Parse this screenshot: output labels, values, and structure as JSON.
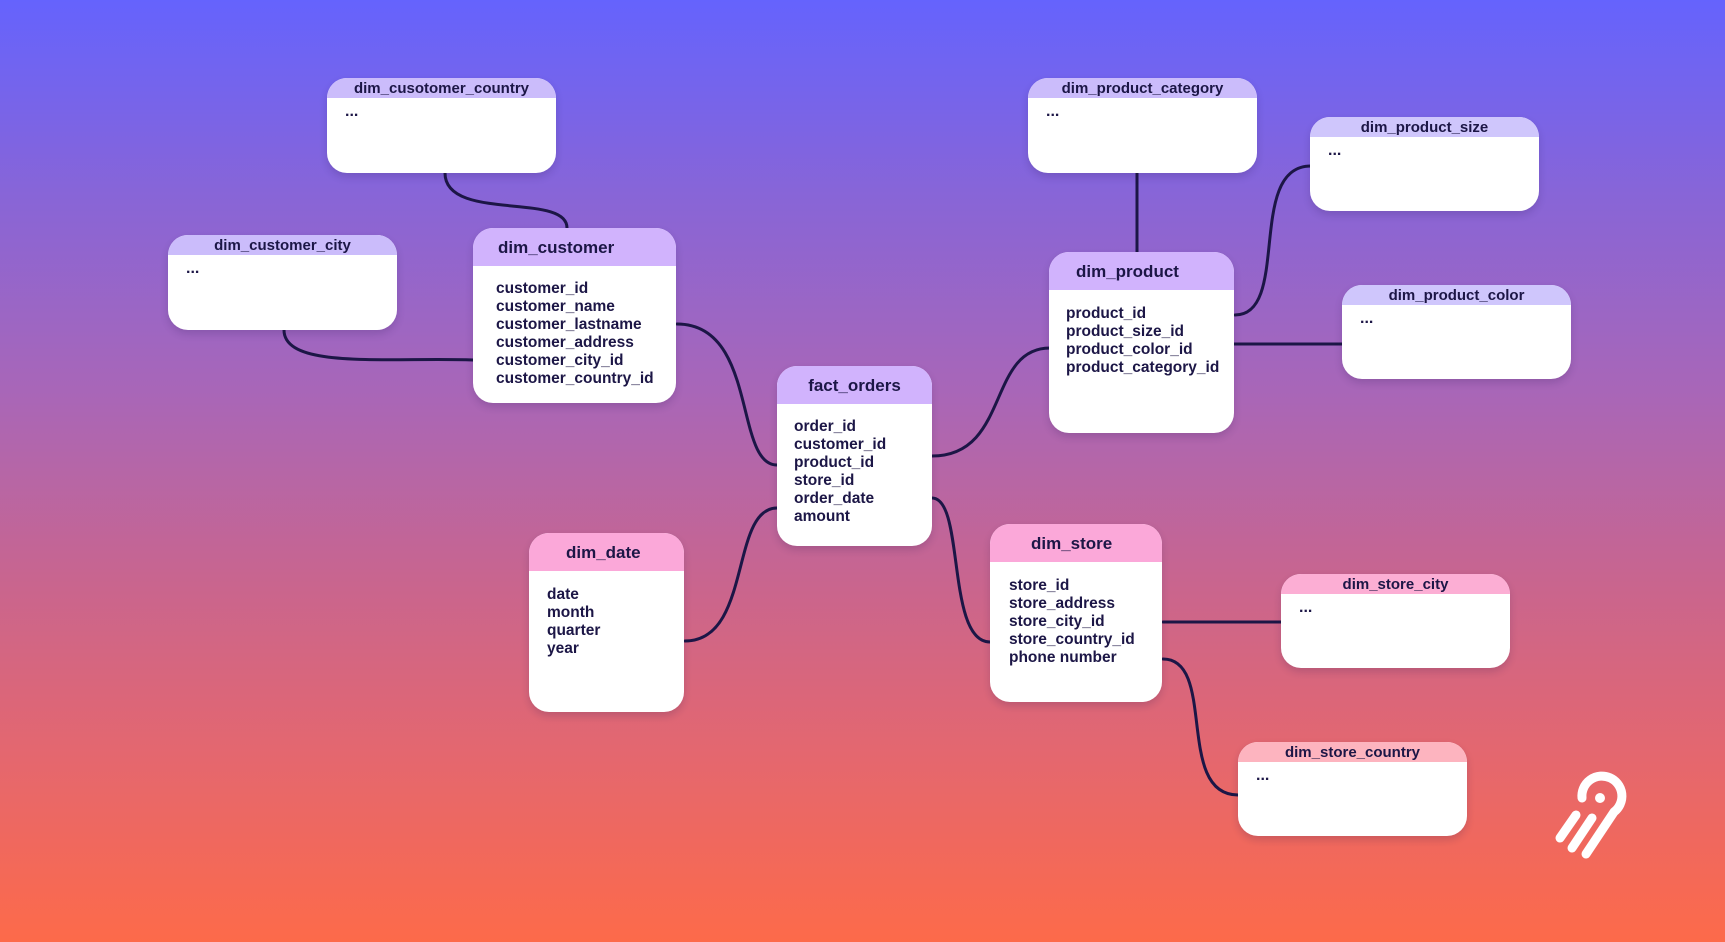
{
  "tables": {
    "dim_customer": {
      "title": "dim_customer",
      "fields": [
        "customer_id",
        "customer_name",
        "customer_lastname",
        "customer_address",
        "customer_city_id",
        "customer_country_id"
      ]
    },
    "fact_orders": {
      "title": "fact_orders",
      "fields": [
        "order_id",
        "customer_id",
        "product_id",
        "store_id",
        "order_date",
        "amount"
      ]
    },
    "dim_product": {
      "title": "dim_product",
      "fields": [
        "product_id",
        "product_size_id",
        "product_color_id",
        "product_category_id"
      ]
    },
    "dim_date": {
      "title": "dim_date",
      "fields": [
        "date",
        "month",
        "quarter",
        "year"
      ]
    },
    "dim_store": {
      "title": "dim_store",
      "fields": [
        "store_id",
        "store_address",
        "store_city_id",
        "store_country_id",
        "phone number"
      ]
    },
    "dim_cusotomer_country": {
      "title": "dim_cusotomer_country",
      "body": "..."
    },
    "dim_customer_city": {
      "title": "dim_customer_city",
      "body": "..."
    },
    "dim_product_category": {
      "title": "dim_product_category",
      "body": "..."
    },
    "dim_product_size": {
      "title": "dim_product_size",
      "body": "..."
    },
    "dim_product_color": {
      "title": "dim_product_color",
      "body": "..."
    },
    "dim_store_city": {
      "title": "dim_store_city",
      "body": "..."
    },
    "dim_store_country": {
      "title": "dim_store_country",
      "body": "..."
    }
  },
  "relationships": [
    [
      "fact_orders",
      "dim_customer"
    ],
    [
      "fact_orders",
      "dim_product"
    ],
    [
      "fact_orders",
      "dim_date"
    ],
    [
      "fact_orders",
      "dim_store"
    ],
    [
      "dim_customer",
      "dim_cusotomer_country"
    ],
    [
      "dim_customer",
      "dim_customer_city"
    ],
    [
      "dim_product",
      "dim_product_category"
    ],
    [
      "dim_product",
      "dim_product_size"
    ],
    [
      "dim_product",
      "dim_product_color"
    ],
    [
      "dim_store",
      "dim_store_city"
    ],
    [
      "dim_store",
      "dim_store_country"
    ]
  ],
  "colors": {
    "background_top": "#6563fd",
    "background_bottom": "#fd6a4a",
    "connector": "#1c1646",
    "text": "#1c1646",
    "header_purple": "#d1b3fd",
    "header_lavender": "#cbbcfb",
    "header_pink": "#fba8d9",
    "header_salmon": "#fdb4bf"
  },
  "logo": {
    "icon": "airbyte-logo-icon"
  }
}
